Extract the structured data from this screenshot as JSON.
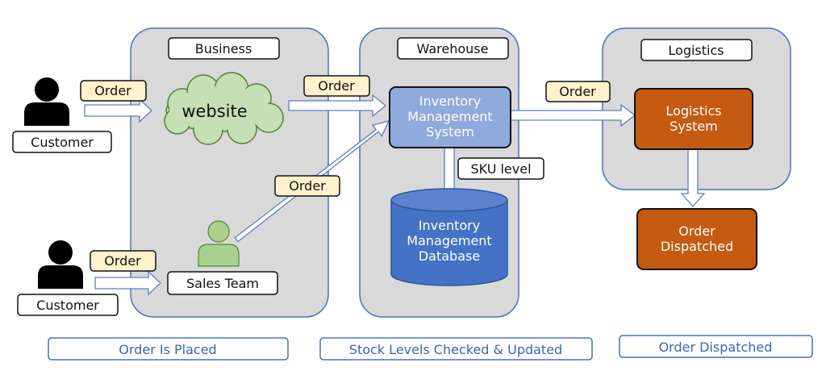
{
  "panels": {
    "business": "Business",
    "warehouse": "Warehouse",
    "logistics": "Logistics"
  },
  "actors": {
    "customer_top": "Customer",
    "customer_bottom": "Customer",
    "sales_team": "Sales Team"
  },
  "nodes": {
    "website": "website",
    "ims_line1": "Inventory",
    "ims_line2": "Management",
    "ims_line3": "System",
    "db_line1": "Inventory",
    "db_line2": "Management",
    "db_line3": "Database",
    "logistics_line1": "Logistics",
    "logistics_line2": "System",
    "dispatched_line1": "Order",
    "dispatched_line2": "Dispatched"
  },
  "flow_labels": {
    "order_customer_top": "Order",
    "order_customer_bottom": "Order",
    "order_website_ims": "Order",
    "order_sales_ims": "Order",
    "order_ims_logistics": "Order",
    "sku_level": "SKU level"
  },
  "stages": {
    "placed": "Order Is Placed",
    "checked": "Stock Levels Checked & Updated",
    "dispatched": "Order Dispatched"
  },
  "colors": {
    "panel": "#d9d9d9",
    "tag": "#fff2cc",
    "cloud": "#c5e0b4",
    "ims": "#8faadc",
    "database": "#4472c4",
    "logistics": "#c55a11",
    "person_green": "#a9d18e",
    "stage_border": "#4472c4"
  }
}
